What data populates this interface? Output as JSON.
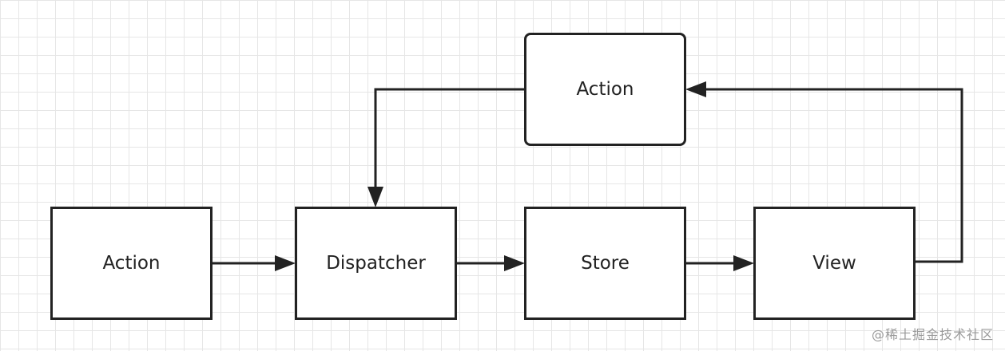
{
  "diagram": {
    "nodes": {
      "action_top": {
        "label": "Action"
      },
      "action_left": {
        "label": "Action"
      },
      "dispatcher": {
        "label": "Dispatcher"
      },
      "store": {
        "label": "Store"
      },
      "view": {
        "label": "View"
      }
    },
    "edges": [
      {
        "from": "action_left",
        "to": "dispatcher"
      },
      {
        "from": "dispatcher",
        "to": "store"
      },
      {
        "from": "store",
        "to": "view"
      },
      {
        "from": "view",
        "to": "action_top"
      },
      {
        "from": "action_top",
        "to": "dispatcher"
      }
    ],
    "line_color": "#222222",
    "grid_color": "#e6e6e6"
  },
  "watermark": "@稀土掘金技术社区"
}
